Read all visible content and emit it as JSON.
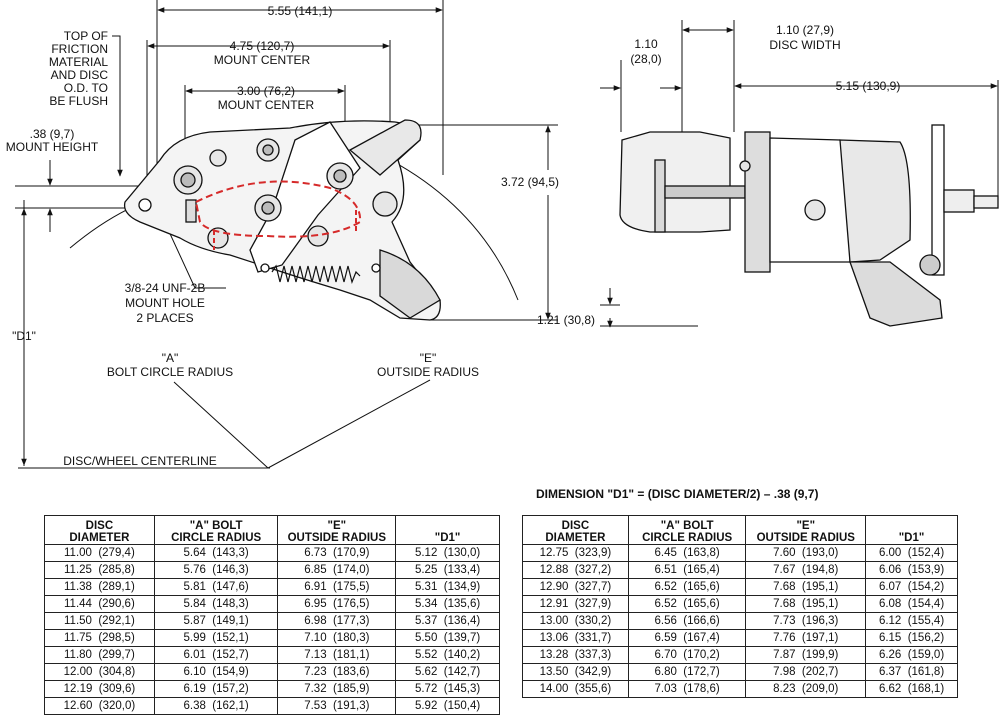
{
  "drawing": {
    "labels": {
      "overall_width": "5.55 (141,1)",
      "mount_center_outer": "4.75 (120,7)",
      "mount_center_outer_caption": "MOUNT CENTER",
      "mount_center_inner": "3.00 (76,2)",
      "mount_center_inner_caption": "MOUNT CENTER",
      "top_note": [
        "TOP OF",
        "FRICTION",
        "MATERIAL",
        "AND DISC",
        "O.D. TO",
        "BE FLUSH"
      ],
      "mount_height": ".38 (9,7)",
      "mount_height_caption": "MOUNT HEIGHT",
      "height": "3.72 (94,5)",
      "mount_hole": [
        "3/8-24 UNF-2B",
        "MOUNT HOLE",
        "2 PLACES"
      ],
      "d1": "\"D1\"",
      "a_label": "\"A\"",
      "a_caption": "BOLT CIRCLE RADIUS",
      "e_label": "\"E\"",
      "e_caption": "OUTSIDE RADIUS",
      "centerline": "DISC/WHEEL CENTERLINE",
      "side_offset": [
        "1.10",
        "(28,0)"
      ],
      "disc_width": "1.10 (27,9)",
      "disc_width_caption": "DISC WIDTH",
      "side_width": "5.15 (130,9)",
      "side_bottom": "1.21 (30,8)"
    }
  },
  "dimension_formula": "DIMENSION \"D1\" = (DISC DIAMETER/2) – .38 (9,7)",
  "tables": {
    "headers": [
      [
        "DISC",
        "DIAMETER"
      ],
      [
        "\"A\" BOLT",
        "CIRCLE RADIUS"
      ],
      [
        "\"E\"",
        "OUTSIDE RADIUS"
      ],
      [
        "",
        "\"D1\""
      ]
    ],
    "left_rows": [
      [
        "11.00  (279,4)",
        "5.64  (143,3)",
        "6.73  (170,9)",
        "5.12  (130,0)"
      ],
      [
        "11.25  (285,8)",
        "5.76  (146,3)",
        "6.85  (174,0)",
        "5.25  (133,4)"
      ],
      [
        "11.38  (289,1)",
        "5.81  (147,6)",
        "6.91  (175,5)",
        "5.31  (134,9)"
      ],
      [
        "11.44  (290,6)",
        "5.84  (148,3)",
        "6.95  (176,5)",
        "5.34  (135,6)"
      ],
      [
        "11.50  (292,1)",
        "5.87  (149,1)",
        "6.98  (177,3)",
        "5.37  (136,4)"
      ],
      [
        "11.75  (298,5)",
        "5.99  (152,1)",
        "7.10  (180,3)",
        "5.50  (139,7)"
      ],
      [
        "11.80  (299,7)",
        "6.01  (152,7)",
        "7.13  (181,1)",
        "5.52  (140,2)"
      ],
      [
        "12.00  (304,8)",
        "6.10  (154,9)",
        "7.23  (183,6)",
        "5.62  (142,7)"
      ],
      [
        "12.19  (309,6)",
        "6.19  (157,2)",
        "7.32  (185,9)",
        "5.72  (145,3)"
      ],
      [
        "12.60  (320,0)",
        "6.38  (162,1)",
        "7.53  (191,3)",
        "5.92  (150,4)"
      ]
    ],
    "right_rows": [
      [
        "12.75  (323,9)",
        "6.45  (163,8)",
        "7.60  (193,0)",
        "6.00  (152,4)"
      ],
      [
        "12.88  (327,2)",
        "6.51  (165,4)",
        "7.67  (194,8)",
        "6.06  (153,9)"
      ],
      [
        "12.90  (327,7)",
        "6.52  (165,6)",
        "7.68  (195,1)",
        "6.07  (154,2)"
      ],
      [
        "12.91  (327,9)",
        "6.52  (165,6)",
        "7.68  (195,1)",
        "6.08  (154,4)"
      ],
      [
        "13.00  (330,2)",
        "6.56  (166,6)",
        "7.73  (196,3)",
        "6.12  (155,4)"
      ],
      [
        "13.06  (331,7)",
        "6.59  (167,4)",
        "7.76  (197,1)",
        "6.15  (156,2)"
      ],
      [
        "13.28  (337,3)",
        "6.70  (170,2)",
        "7.87  (199,9)",
        "6.26  (159,0)"
      ],
      [
        "13.50  (342,9)",
        "6.80  (172,7)",
        "7.98  (202,7)",
        "6.37  (161,8)"
      ],
      [
        "14.00  (355,6)",
        "7.03  (178,6)",
        "8.23  (209,0)",
        "6.62  (168,1)"
      ]
    ]
  },
  "colors": {
    "ink": "#111111",
    "hidden_line": "#d62a2a",
    "part_shade": "#d9d9d9"
  }
}
